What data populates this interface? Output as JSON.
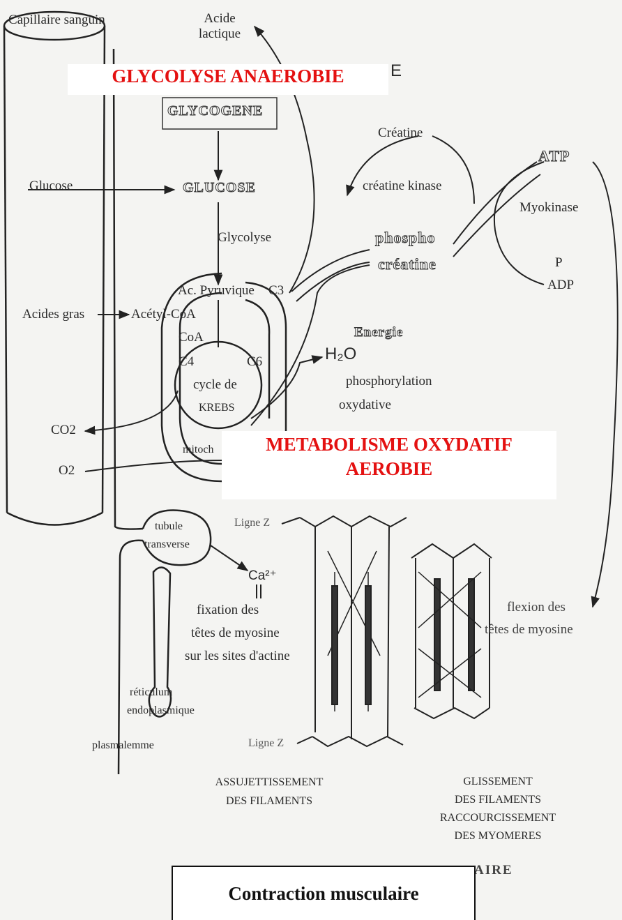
{
  "labels": {
    "capillaire": "Capillaire sanguin",
    "acide_lactique": "Acide\nlactique",
    "glycogene": "GLYCOGENE",
    "glucose_in": "Glucose",
    "glucose": "GLUCOSE",
    "glycolyse": "Glycolyse",
    "creatine": "Créatine",
    "creatine_kinase": "créatine kinase",
    "phospho": "phospho",
    "creatine2": "créatine",
    "atp": "ATP",
    "myokinase": "Myokinase",
    "p": "P",
    "adp": "ADP",
    "ac_pyruvique": "Ac. Pyruvique",
    "c3": "C3",
    "acides_gras": "Acides gras",
    "acetyl_coa": "Acétyl-CoA",
    "coa": "CoA",
    "c4": "C4",
    "c6": "C6",
    "cycle_de": "cycle de",
    "krebs": "KREBS",
    "energie": "Energie",
    "h2o": "H₂O",
    "phosphorylation": "phosphorylation",
    "oxydative": "oxydative",
    "co2": "CO2",
    "o2": "O2",
    "mitoch": "mitoch",
    "tubule": "tubule",
    "transverse": "transverse",
    "ligne_z_top": "Ligne Z",
    "ligne_z_bottom": "Ligne Z",
    "ca": "Ca²⁺",
    "fixation": "fixation des",
    "tetes": "têtes de myosine",
    "sur_sites": "sur les sites d'actine",
    "flexion": "flexion des",
    "tetes2": "têtes de myosine",
    "reticulum": "réticulum",
    "endoplasmique": "endoplasmique",
    "plasmalemme": "plasmalemme",
    "assujett_1": "ASSUJETTISSEMENT",
    "assujett_2": "DES FILAMENTS",
    "glissement_1": "GLISSEMENT",
    "glissement_2": "DES FILAMENTS",
    "glissement_3": "RACCOURCISSEMENT",
    "glissement_4": "DES MYOMERES",
    "contraction_faded": "AIRE",
    "e_letter": "E"
  },
  "overlays": {
    "glycolyse_anaerobie": "GLYCOLYSE ANAEROBIE",
    "metabolisme_1": "METABOLISME OXYDATIF",
    "metabolisme_2": "AEROBIE",
    "legend": "Contraction musculaire"
  },
  "colors": {
    "red": "#e41111",
    "ink": "#2a2a2a"
  }
}
